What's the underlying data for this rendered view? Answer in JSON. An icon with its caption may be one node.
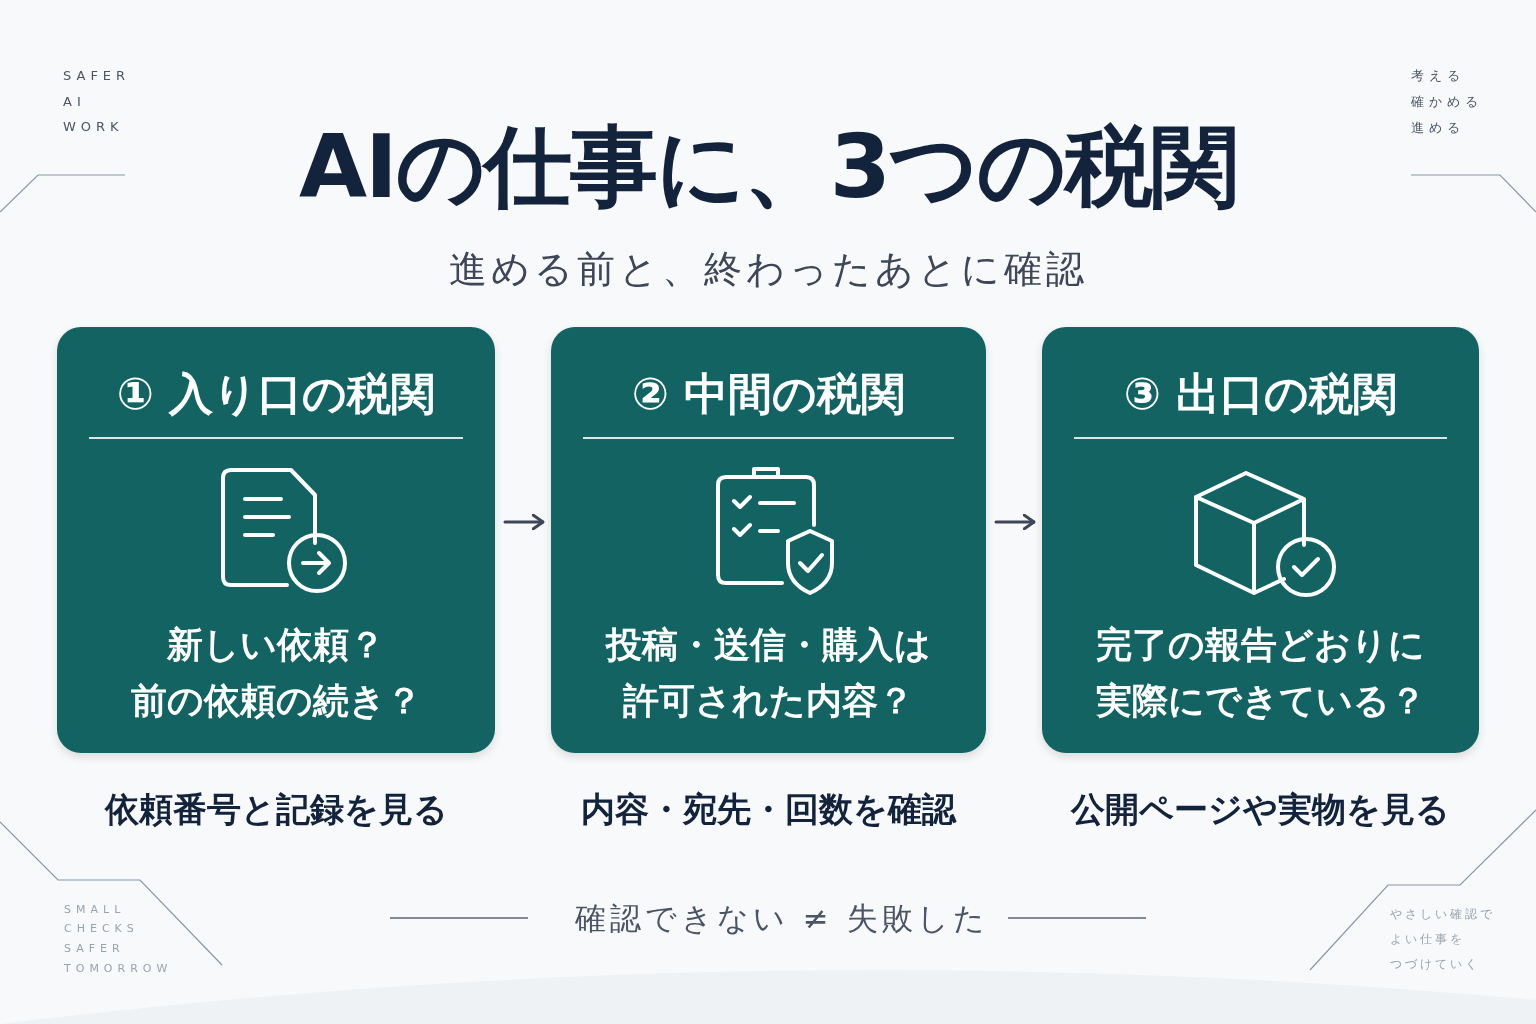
{
  "diagram": {
    "title": "AIの仕事に、3つの税関",
    "nodes": [
      {
        "text": [
          "① 入り口の税関",
          "新しい依頼？前の依頼の続き？"
        ],
        "beside": [
          "依頼番号と記録を見る"
        ]
      },
      {
        "text": [
          "② 中間の税関",
          "投稿・送信・購入は許可された内容？"
        ],
        "beside": [
          "内容・宛先・回数を確認"
        ]
      },
      {
        "text": [
          "③ 出口の税関",
          "完了の報告どおりに実際にできている？"
        ],
        "beside": [
          "公開ページや実物を見る"
        ]
      }
    ],
    "edges": [
      {
        "from": 0,
        "to": 1,
        "arrow": "to"
      },
      {
        "from": 1,
        "to": 2,
        "arrow": "to"
      }
    ],
    "labels": [
      "SAFER",
      "AI",
      "WORK",
      "考える",
      "確かめる",
      "進める",
      "進める前と、終わったあとに確認",
      "確認できない ≠ 失敗した",
      "SMALL",
      "CHECKS",
      "SAFER",
      "TOMORROW",
      "やさしい確認で",
      "よい仕事を",
      "つづけていく"
    ]
  }
}
